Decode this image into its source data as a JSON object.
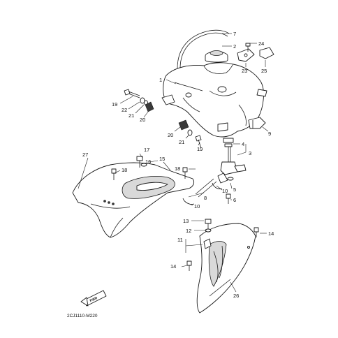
{
  "diagram": {
    "drawing_code": "2CJ1110-M220",
    "fwd_label": "FWD",
    "callouts": {
      "c1": "1",
      "c2": "2",
      "c3": "3",
      "c4": "4",
      "c5": "5",
      "c6": "6",
      "c7": "7",
      "c8": "8",
      "c9": "9",
      "c10a": "10",
      "c10b": "10",
      "c11": "11",
      "c12": "12",
      "c13": "13",
      "c14a": "14",
      "c14b": "14",
      "c15": "15",
      "c16": "16",
      "c17": "17",
      "c18a": "18",
      "c18b": "18",
      "c19a": "19",
      "c19b": "19",
      "c20a": "20",
      "c20b": "20",
      "c21a": "21",
      "c21b": "21",
      "c22": "22",
      "c23": "23",
      "c24": "24",
      "c25": "25",
      "c26": "26",
      "c27": "27"
    }
  }
}
